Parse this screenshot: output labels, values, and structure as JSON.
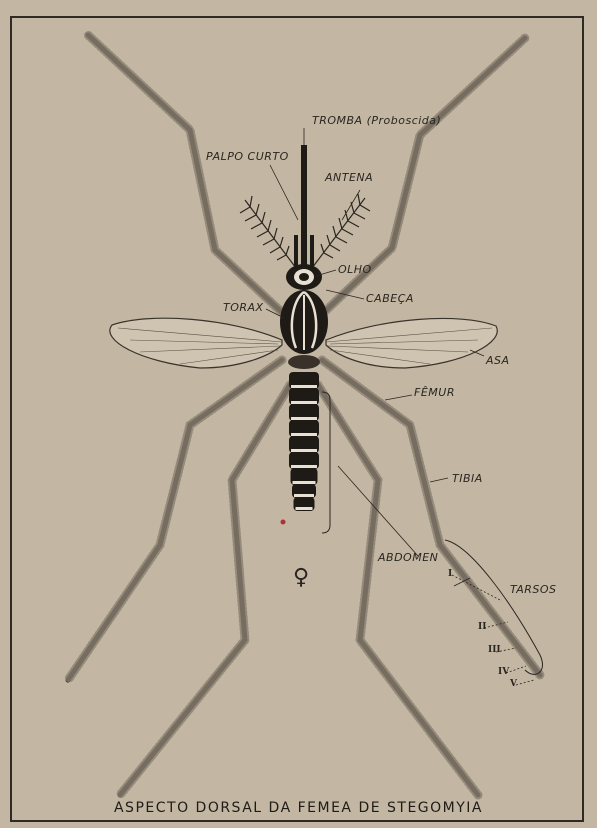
{
  "labels": {
    "tromba": "TROMBA (Proboscida)",
    "palpo": "PALPO CURTO",
    "antena": "ANTENA",
    "olho": "OLHO",
    "torax": "TORAX",
    "cabeca": "CABEÇA",
    "asa": "ASA",
    "femur": "FÊMUR",
    "tibia": "TIBIA",
    "abdomen": "ABDOMEN",
    "tarsos": "TARSOS"
  },
  "tarsal_segments": [
    "I",
    "II",
    "III",
    "IV",
    "V"
  ],
  "female_symbol": "♀",
  "caption": "ASPECTO DORSAL DA FEMEA DE STEGOMYIA",
  "colors": {
    "paper": "#c3b7a3",
    "ink": "#2a2520",
    "body_dark": "#1e1a16",
    "body_light": "#e8e0d2"
  }
}
